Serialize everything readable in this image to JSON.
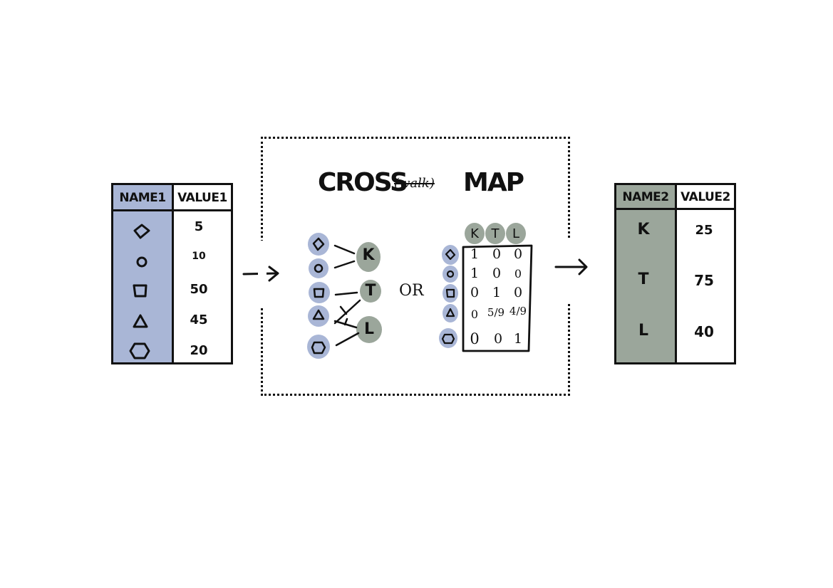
{
  "colors": {
    "blue": "#a9b6d6",
    "green": "#9ba69b",
    "ink": "#111111"
  },
  "left_table": {
    "name_header": "NAME1",
    "value_header": "VALUE1",
    "rows": [
      {
        "shape": "diamond-icon",
        "value": "5"
      },
      {
        "shape": "circle-icon",
        "value": "10"
      },
      {
        "shape": "square-icon",
        "value": "50"
      },
      {
        "shape": "triangle-icon",
        "value": "45"
      },
      {
        "shape": "hexagon-icon",
        "value": "20"
      }
    ]
  },
  "crossmap": {
    "title_left": "CROSS",
    "title_strike": "(walk)",
    "title_right": "MAP",
    "or_label": "OR",
    "targets": [
      "K",
      "T",
      "L"
    ],
    "matrix": [
      [
        "1",
        "0",
        "0"
      ],
      [
        "1",
        "0",
        "0"
      ],
      [
        "0",
        "1",
        "0"
      ],
      [
        "0",
        "5/9",
        "4/9"
      ],
      [
        "0",
        "0",
        "1"
      ]
    ]
  },
  "right_table": {
    "name_header": "NAME2",
    "value_header": "VALUE2",
    "rows": [
      {
        "name": "K",
        "value": "25"
      },
      {
        "name": "T",
        "value": "75"
      },
      {
        "name": "L",
        "value": "40"
      }
    ]
  }
}
